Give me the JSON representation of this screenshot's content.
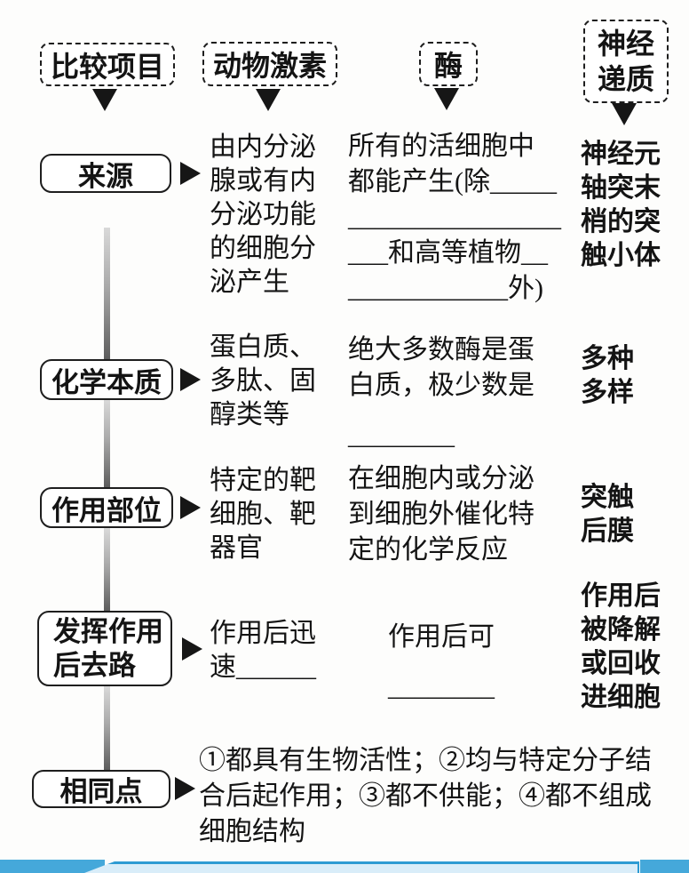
{
  "headers": {
    "compare": "比较项目",
    "hormone": "动物激素",
    "enzyme": "酶",
    "neurotransmitter_lines": [
      "神经",
      "递质"
    ]
  },
  "rows": [
    {
      "label": "来源",
      "hormone": [
        "由内分泌",
        "腺或有内",
        "分泌功能",
        "的细胞分",
        "泌产生"
      ],
      "enzyme": [
        "所有的活细胞中",
        "都能产生(除_____",
        "________________",
        "___和高等植物__",
        "____________外)"
      ],
      "neuro": [
        "神经元",
        "轴突末",
        "梢的突",
        "触小体"
      ]
    },
    {
      "label": "化学本质",
      "hormone": [
        "蛋白质、",
        "多肽、固",
        "醇类等"
      ],
      "enzyme": [
        "绝大多数酶是蛋",
        "白质，极少数是",
        "________"
      ],
      "neuro": [
        "多种",
        "多样"
      ]
    },
    {
      "label": "作用部位",
      "hormone": [
        "特定的靶",
        "细胞、靶",
        "器官"
      ],
      "enzyme": [
        "在细胞内或分泌",
        "到细胞外催化特",
        "定的化学反应"
      ],
      "neuro": [
        "突触",
        "后膜"
      ]
    },
    {
      "label_lines": [
        "发挥作用",
        "后去路"
      ],
      "hormone": [
        "作用后迅",
        "速______"
      ],
      "enzyme": [
        "作用后可",
        "________"
      ],
      "neuro": [
        "作用后",
        "被降解",
        "或回收",
        "进细胞"
      ]
    },
    {
      "label": "相同点",
      "common": [
        "①都具有生物活性；②均与特定分子结",
        "合后起作用；③都不供能；④都不组成",
        "细胞结构"
      ]
    }
  ],
  "colors": {
    "band_dark": "#45a8da",
    "band_light": "#d9edf9",
    "band_border": "#2d9bd3",
    "connector_dark": "#5d5d5d"
  }
}
